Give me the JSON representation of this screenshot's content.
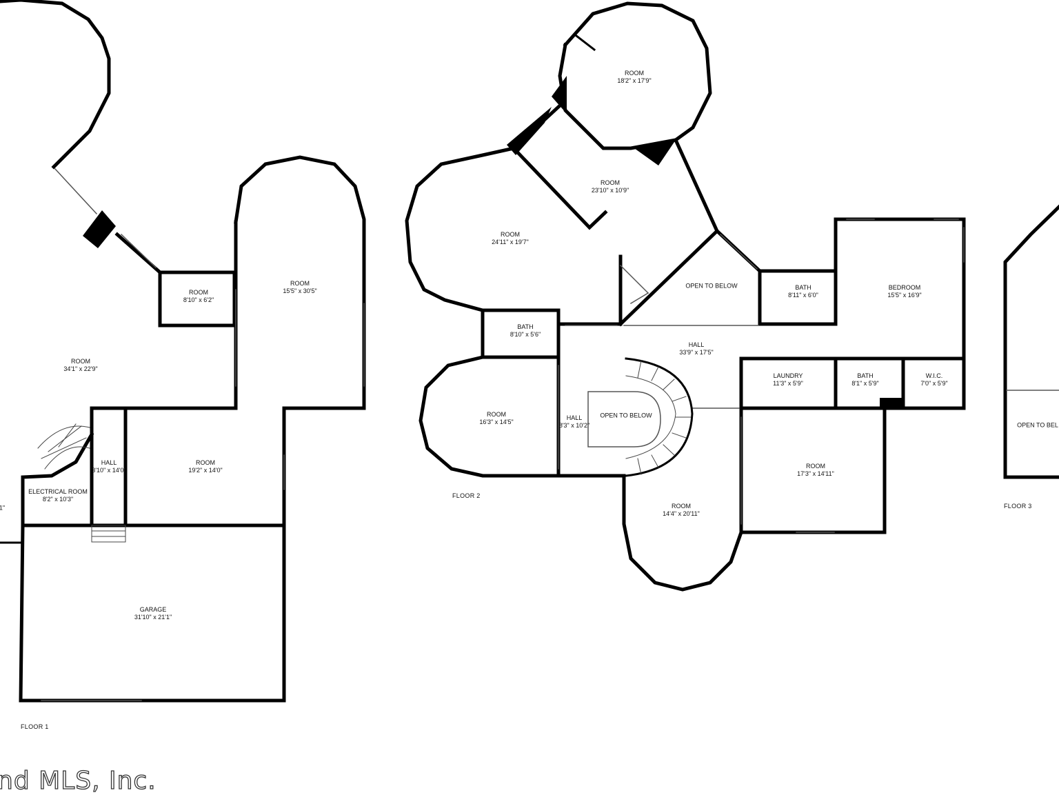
{
  "floors": {
    "floor1": {
      "label": "FLOOR 1",
      "rooms": [
        {
          "id": "f1-room-main",
          "name": "ROOM",
          "dims": "34'1\" x 22'9\""
        },
        {
          "id": "f1-room-small",
          "name": "ROOM",
          "dims": "8'10\" x 6'2\""
        },
        {
          "id": "f1-room-tall",
          "name": "ROOM",
          "dims": "15'5\" x 30'5\""
        },
        {
          "id": "f1-hall",
          "name": "HALL",
          "dims": "3'10\" x 14'0\""
        },
        {
          "id": "f1-room-mid",
          "name": "ROOM",
          "dims": "19'2\" x 14'0\""
        },
        {
          "id": "f1-electrical",
          "name": "ELECTRICAL ROOM",
          "dims": "8'2\" x 10'3\""
        },
        {
          "id": "f1-garage",
          "name": "GARAGE",
          "dims": "31'10\" x 21'1\""
        }
      ],
      "cut_label": "1\""
    },
    "floor2": {
      "label": "FLOOR 2",
      "rooms": [
        {
          "id": "f2-room-round-top",
          "name": "ROOM",
          "dims": "18'2\" x 17'9\""
        },
        {
          "id": "f2-room-center",
          "name": "ROOM",
          "dims": "23'10\" x 10'9\""
        },
        {
          "id": "f2-room-left",
          "name": "ROOM",
          "dims": "24'11\" x 19'7\""
        },
        {
          "id": "f2-open-upper",
          "name": "OPEN TO BELOW",
          "dims": ""
        },
        {
          "id": "f2-bath-right",
          "name": "BATH",
          "dims": "8'11\" x 6'0\""
        },
        {
          "id": "f2-bedroom",
          "name": "BEDROOM",
          "dims": "15'5\" x 16'9\""
        },
        {
          "id": "f2-bath-left",
          "name": "BATH",
          "dims": "8'10\" x 5'6\""
        },
        {
          "id": "f2-hall-main",
          "name": "HALL",
          "dims": "33'9\" x 17'5\""
        },
        {
          "id": "f2-laundry",
          "name": "LAUNDRY",
          "dims": "11'3\" x 5'9\""
        },
        {
          "id": "f2-bath-small",
          "name": "BATH",
          "dims": "8'1\" x 5'9\""
        },
        {
          "id": "f2-wic",
          "name": "W.I.C.",
          "dims": "7'0\" x 5'9\""
        },
        {
          "id": "f2-room-round-left",
          "name": "ROOM",
          "dims": "16'3\" x 14'5\""
        },
        {
          "id": "f2-hall-small",
          "name": "HALL",
          "dims": "8'3\" x 10'2\""
        },
        {
          "id": "f2-open-stair",
          "name": "OPEN TO BELOW",
          "dims": ""
        },
        {
          "id": "f2-room-right",
          "name": "ROOM",
          "dims": "17'3\" x 14'11\""
        },
        {
          "id": "f2-room-bottom",
          "name": "ROOM",
          "dims": "14'4\" x 20'11\""
        }
      ]
    },
    "floor3": {
      "label": "FLOOR 3",
      "rooms": [
        {
          "id": "f3-open",
          "name": "OPEN TO BEL",
          "dims": ""
        }
      ]
    }
  },
  "watermark": "nd MLS, Inc."
}
